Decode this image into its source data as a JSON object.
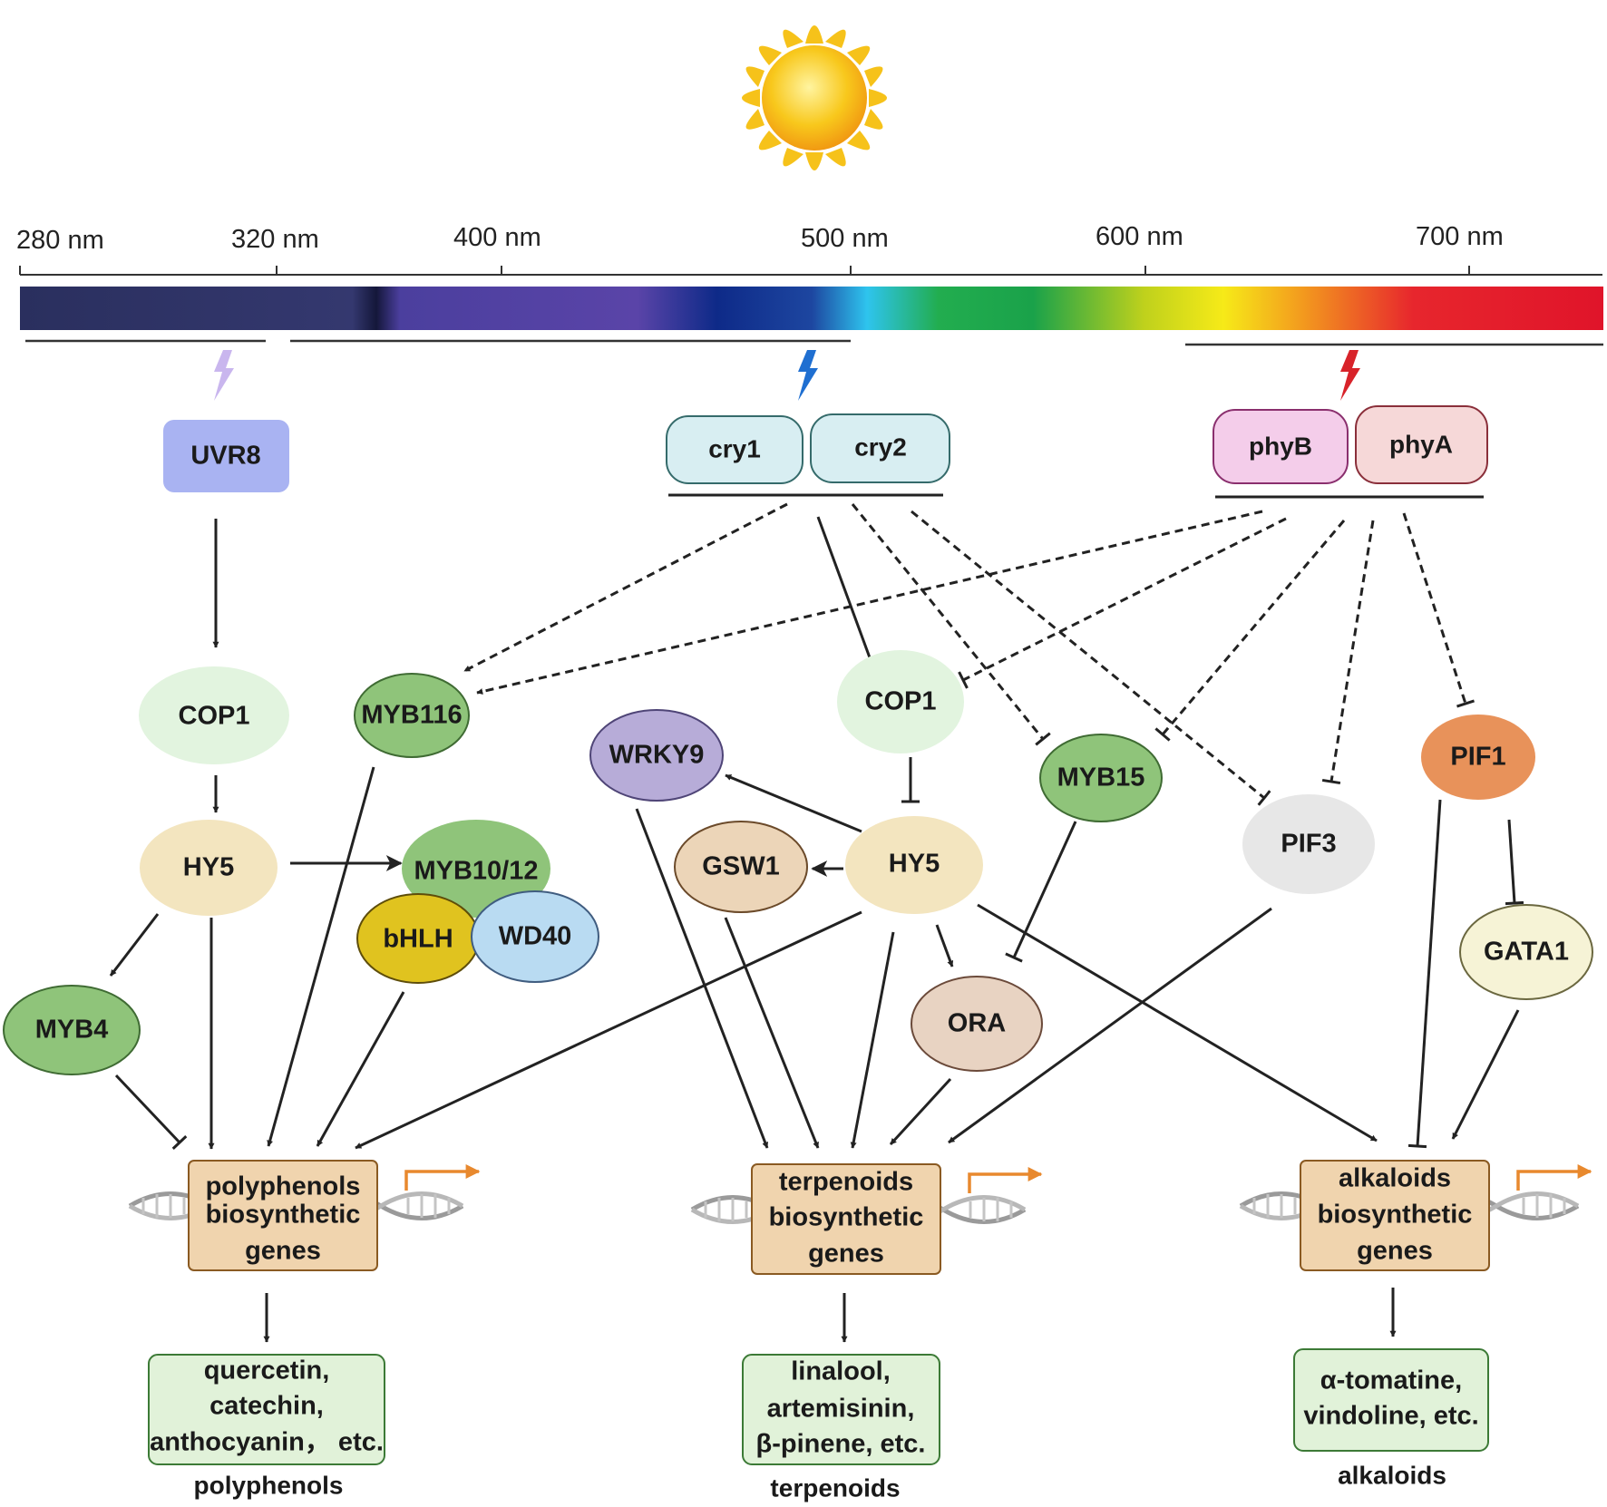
{
  "spectrum": {
    "ticks": [
      "280 nm",
      "320 nm",
      "400 nm",
      "500 nm",
      "600 nm",
      "700 nm"
    ],
    "colors": [
      "#2a2f5e",
      "#34386f",
      "#14173a",
      "#4b3f9e",
      "#5a44a8",
      "#0e2a88",
      "#1d46a0",
      "#2ec4ee",
      "#22ad4f",
      "#1aa24a",
      "#bfd11c",
      "#f6ea18",
      "#f39a1e",
      "#e7262d",
      "#e0142a"
    ]
  },
  "receptors": {
    "uvr8": "UVR8",
    "cry1": "cry1",
    "cry2": "cry2",
    "phyB": "phyB",
    "phyA": "phyA"
  },
  "nodes": {
    "cop1_left": "COP1",
    "hy5_left": "HY5",
    "myb4": "MYB4",
    "myb116": "MYB116",
    "myb1012": "MYB10/12",
    "bhlh": "bHLH",
    "wd40": "WD40",
    "wrky9": "WRKY9",
    "cop1_center": "COP1",
    "gsw1": "GSW1",
    "hy5_center": "HY5",
    "ora": "ORA",
    "myb15": "MYB15",
    "pif3": "PIF3",
    "pif1": "PIF1",
    "gata1": "GATA1"
  },
  "genes": {
    "polyphenols": [
      "polyphenols",
      "biosynthetic",
      "genes"
    ],
    "terpenoids": [
      "terpenoids",
      "biosynthetic",
      "genes"
    ],
    "alkaloids": [
      "alkaloids",
      "biosynthetic",
      "genes"
    ]
  },
  "products": {
    "polyphenols": [
      "quercetin,",
      "catechin,",
      "anthocyanin， etc."
    ],
    "terpenoids": [
      "linalool,",
      "artemisinin,",
      "β-pinene, etc."
    ],
    "alkaloids": [
      "α-tomatine,",
      "vindoline, etc."
    ]
  },
  "classes": {
    "polyphenols": "polyphenols",
    "terpenoids": "terpenoids",
    "alkaloids": "alkaloids"
  },
  "colors": {
    "uvr8": "#a9b3f2",
    "cry": "#d8eef2",
    "phyB": "#f4cdea",
    "phyA": "#f6d8d8",
    "cop1": "#e2f4df",
    "hy5": "#f3e5bf",
    "myb_green": "#8fc47a",
    "bhlh": "#e0c31f",
    "wd40": "#b9dbf2",
    "wrky9": "#b7acd8",
    "gsw1": "#ecd5b8",
    "ora": "#e8d3c2",
    "pif3": "#e7e7e7",
    "pif1": "#e8925a",
    "gata1": "#f6f3d6",
    "gene_box": "#f0d4ae",
    "product_box": "#e1f2d9",
    "bolt_uv": "#c9b6ee",
    "bolt_blue": "#1f6fd1",
    "bolt_red": "#d8232a",
    "tss_arrow": "#e8892e"
  }
}
